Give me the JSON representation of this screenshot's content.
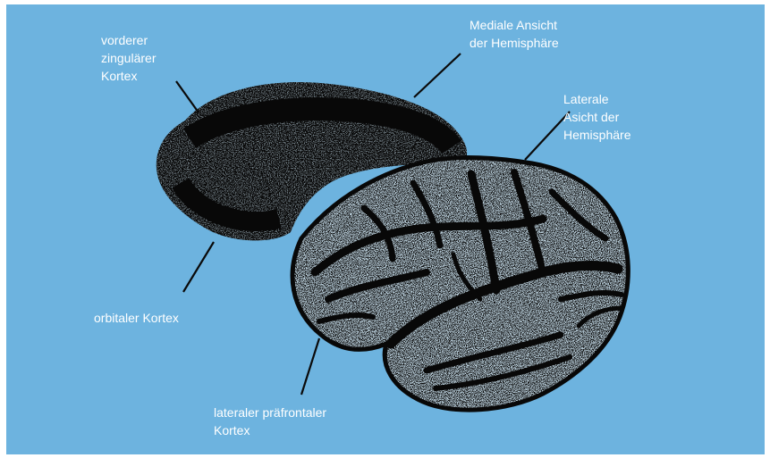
{
  "colors": {
    "background": "#6db3df",
    "brain_dark": "#080808",
    "brain_speckle": "#9ec6e2",
    "label_text": "#ffffff",
    "leader_line": "#0a0a0a"
  },
  "labels": {
    "anterior_cingulate": [
      "vorderer",
      "zingulärer",
      "Kortex"
    ],
    "medial_view": [
      "Mediale Ansicht",
      "der Hemisphäre"
    ],
    "lateral_view": [
      "Laterale",
      "Asicht der",
      "Hemisphäre"
    ],
    "orbital_cortex": [
      "orbitaler Kortex"
    ],
    "lateral_prefrontal": [
      "lateraler präfrontaler",
      "Kortex"
    ]
  }
}
